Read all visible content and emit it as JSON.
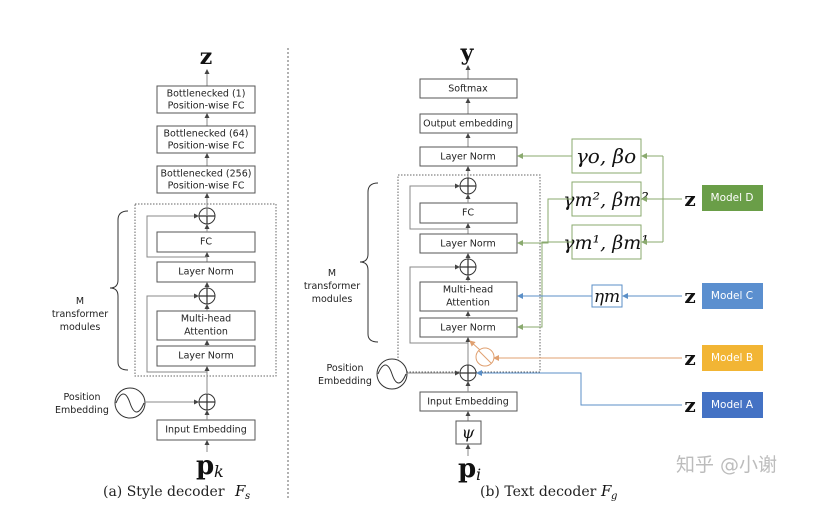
{
  "style_decoder": {
    "output": "z",
    "blocks": [
      {
        "line1": "Bottlenecked (1)",
        "line2": "Position-wise FC"
      },
      {
        "line1": "Bottlenecked (64)",
        "line2": "Position-wise FC"
      },
      {
        "line1": "Bottlenecked (256)",
        "line2": "Position-wise FC"
      }
    ],
    "module": {
      "fc": "FC",
      "layer_norm_top": "Layer Norm",
      "attention_line1": "Multi-head",
      "attention_line2": "Attention",
      "layer_norm_bottom": "Layer Norm"
    },
    "repeat_label": [
      "M",
      "transformer",
      "modules"
    ],
    "position_embedding": [
      "Position",
      "Embedding"
    ],
    "input_embedding": "Input Embedding",
    "input_symbol": "p",
    "input_subscript": "k",
    "caption": "(a) Style decoder ",
    "caption_symbol": "F",
    "caption_subscript": "s"
  },
  "text_decoder": {
    "output": "y",
    "softmax": "Softmax",
    "output_embedding": "Output embedding",
    "layer_norm_out": "Layer Norm",
    "module": {
      "fc": "FC",
      "layer_norm_top": "Layer Norm",
      "attention_line1": "Multi-head",
      "attention_line2": "Attention",
      "layer_norm_bottom": "Layer Norm"
    },
    "repeat_label": [
      "M",
      "transformer",
      "modules"
    ],
    "position_embedding": [
      "Position",
      "Embedding"
    ],
    "input_embedding": "Input Embedding",
    "psi": "ψ",
    "input_symbol": "p",
    "input_subscript": "i",
    "caption": "(b) Text decoder ",
    "caption_symbol": "F",
    "caption_subscript": "g"
  },
  "params": {
    "gamma_o_beta_o": "γo, βo",
    "gamma_m2_beta_m2": "γm², βm²",
    "gamma_m1_beta_m1": "γm¹, βm¹",
    "eta_m": "ηm"
  },
  "models": [
    {
      "id": "D",
      "label": "Model D",
      "z": "z",
      "color": "#6a9e48"
    },
    {
      "id": "C",
      "label": "Model C",
      "z": "z",
      "color": "#5b8fcf"
    },
    {
      "id": "B",
      "label": "Model B",
      "z": "z",
      "color": "#f2b534"
    },
    {
      "id": "A",
      "label": "Model A",
      "z": "z",
      "color": "#4472c4"
    }
  ],
  "colors": {
    "green_link": "#8aaa6e",
    "blue_link": "#5b8fc7",
    "orange_link": "#e0a070"
  },
  "watermark": "知乎 @小谢"
}
